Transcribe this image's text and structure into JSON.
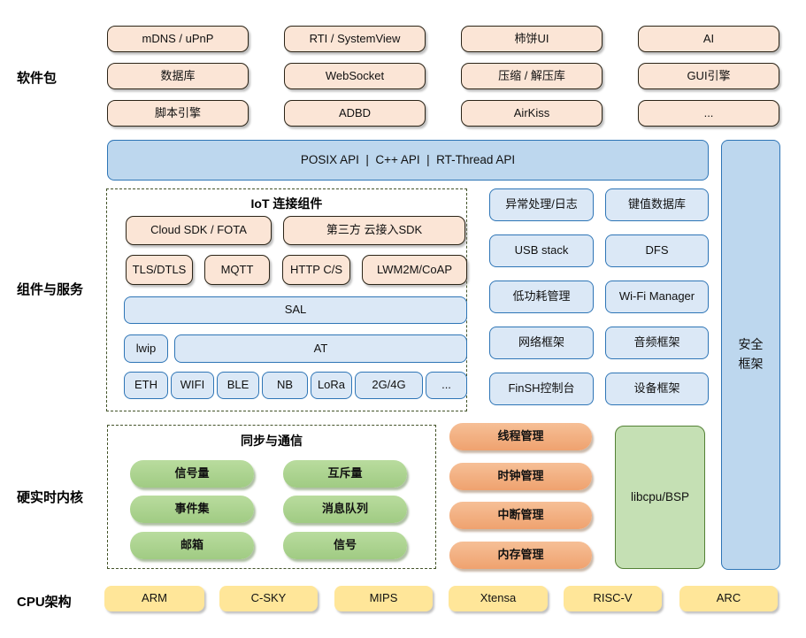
{
  "packages": {
    "label": "软件包",
    "rows": [
      [
        "mDNS / uPnP",
        "RTI / SystemView",
        "柿饼UI",
        "AI"
      ],
      [
        "数据库",
        "WebSocket",
        "压缩 / 解压库",
        "GUI引擎"
      ],
      [
        "脚本引擎",
        "ADBD",
        "AirKiss",
        "..."
      ]
    ]
  },
  "api_bar": {
    "label": "POSIX API  |  C++ API  |  RT-Thread API"
  },
  "components": {
    "label": "组件与服务",
    "iot": {
      "title": "IoT 连接组件",
      "cloud": [
        "Cloud SDK / FOTA",
        "第三方 云接入SDK"
      ],
      "protocols": [
        "TLS/DTLS",
        "MQTT",
        "HTTP C/S",
        "LWM2M/CoAP"
      ],
      "sal": "SAL",
      "lwip": "lwip",
      "at": "AT",
      "links": [
        "ETH",
        "WIFI",
        "BLE",
        "NB",
        "LoRa",
        "2G/4G",
        "..."
      ]
    },
    "services": [
      [
        "异常处理/日志",
        "键值数据库"
      ],
      [
        "USB stack",
        "DFS"
      ],
      [
        "低功耗管理",
        "Wi-Fi Manager"
      ],
      [
        "网络框架",
        "音频框架"
      ],
      [
        "FinSH控制台",
        "设备框架"
      ]
    ],
    "security": [
      "安全",
      "框架"
    ]
  },
  "kernel": {
    "label": "硬实时内核",
    "ipc": {
      "title": "同步与通信",
      "items": [
        [
          "信号量",
          "互斥量"
        ],
        [
          "事件集",
          "消息队列"
        ],
        [
          "邮箱",
          "信号"
        ]
      ]
    },
    "managers": [
      "线程管理",
      "时钟管理",
      "中断管理",
      "内存管理"
    ],
    "libcpu": "libcpu/BSP"
  },
  "cpu": {
    "label": "CPU架构",
    "archs": [
      "ARM",
      "C-SKY",
      "MIPS",
      "Xtensa",
      "RISC-V",
      "ARC"
    ]
  },
  "colors": {
    "package_fill": "#fbe5d6",
    "api_fill": "#bdd7ee",
    "service_fill": "#dbe8f6",
    "ipc_fill": "#a9d18e",
    "manager_fill": "#f4b183",
    "cpu_fill": "#ffe699",
    "libcpu_fill": "#c5e0b4",
    "blue_border": "#2e75b6",
    "frame_border": "#44542a"
  }
}
